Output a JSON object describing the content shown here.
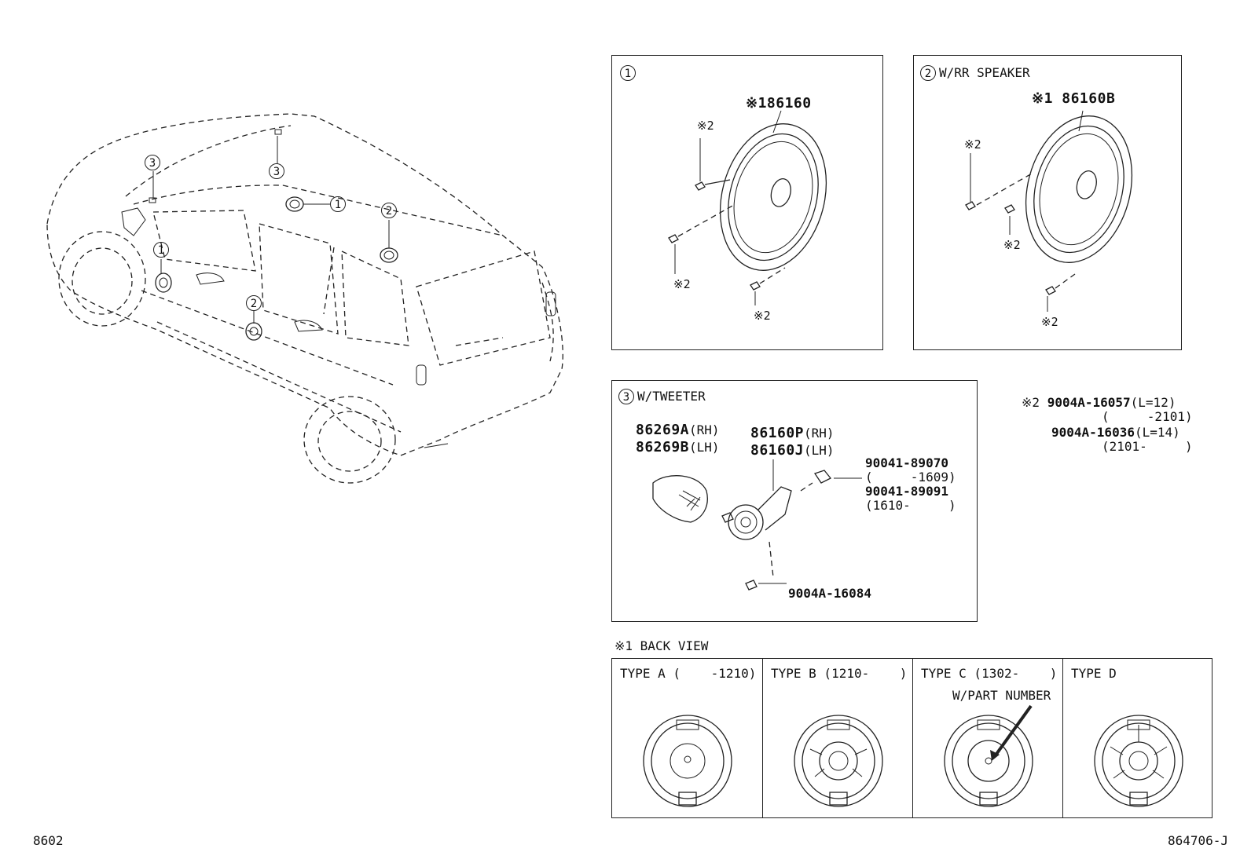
{
  "panels": {
    "p1": {
      "num": "1",
      "title": "",
      "part": "※186160",
      "screw_labels": [
        "※2",
        "※2",
        "※2"
      ]
    },
    "p2": {
      "num": "2",
      "title": "W/RR SPEAKER",
      "part": "※1 86160B",
      "screw_labels": [
        "※2",
        "※2",
        "※2"
      ]
    },
    "p3": {
      "num": "3",
      "title": "W/TWEETER",
      "cover_rh": "86269A",
      "cover_rh_side": "(RH)",
      "cover_lh": "86269B",
      "cover_lh_side": "(LH)",
      "tweeter_rh": "86160P",
      "tweeter_rh_side": "(RH)",
      "tweeter_lh": "86160J",
      "tweeter_lh_side": "(LH)",
      "clip_a": "90041-89070",
      "clip_a_range": "(     -1609)",
      "clip_b": "90041-89091",
      "clip_b_range": "(1610-     )",
      "screw": "9004A-16084"
    }
  },
  "note2": {
    "mark": "※2",
    "line1_part": "9004A-16057",
    "line1_len": "(L=12)",
    "line2": "(     -2101)",
    "line3_part": "9004A-16036",
    "line3_len": "(L=14)",
    "line4": "(2101-     )"
  },
  "back_view": {
    "title": "※1 BACK VIEW",
    "types": [
      {
        "label": "TYPE A (    -1210)"
      },
      {
        "label": "TYPE B (1210-    )"
      },
      {
        "label": "TYPE C (1302-    )",
        "sub": "W/PART NUMBER"
      },
      {
        "label": "TYPE D"
      }
    ]
  },
  "car_callouts": [
    "3",
    "3",
    "1",
    "2",
    "1",
    "2"
  ],
  "footer": {
    "left": "8602",
    "right": "864706-J"
  }
}
